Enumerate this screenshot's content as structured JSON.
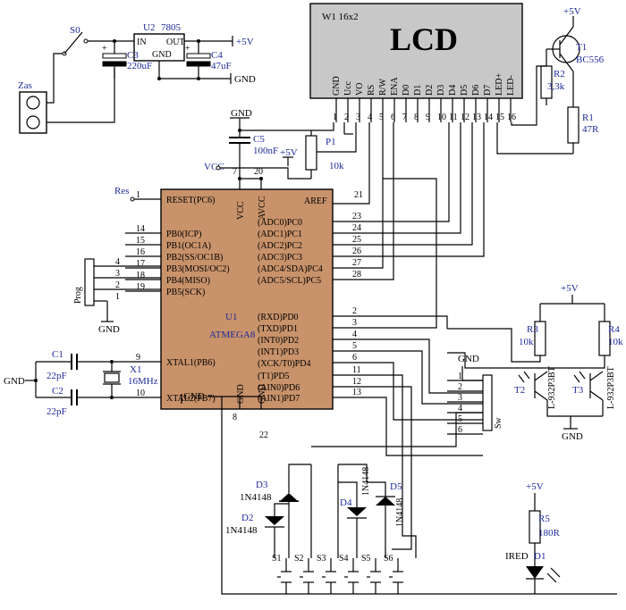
{
  "power": {
    "plus5": "+5V",
    "vcc": "VCC",
    "gnd": "GND"
  },
  "supply": {
    "switch": "S0",
    "connector": "Zas",
    "regulator_ref": "U2",
    "regulator_part": "7805",
    "reg_in": "IN",
    "reg_out": "OUT",
    "reg_gnd": "GND",
    "c3_ref": "C3",
    "c3_val": "220uF",
    "c4_ref": "C4",
    "c4_val": "47uF"
  },
  "lcd": {
    "ref": "W1 16x2",
    "title": "LCD",
    "pins": [
      "GND",
      "Ucc",
      "VO",
      "RS",
      "R/W",
      "ENA",
      "D0",
      "D1",
      "D2",
      "D3",
      "D4",
      "D5",
      "D6",
      "D7",
      "LED+",
      "LED-"
    ],
    "numbers": [
      "1",
      "2",
      "3",
      "4",
      "5",
      "6",
      "7",
      "8",
      "9",
      "10",
      "11",
      "12",
      "13",
      "14",
      "15",
      "16"
    ]
  },
  "backlight": {
    "t1_ref": "T1",
    "t1_part": "BC556",
    "r2_ref": "R2",
    "r2_val": "3,3k",
    "r1_ref": "R1",
    "r1_val": "47R"
  },
  "contrast": {
    "c5_ref": "C5",
    "c5_val": "100nF",
    "p1_ref": "P1",
    "p1_val": "10k"
  },
  "mcu": {
    "ref": "U1",
    "part": "ATMEGA8",
    "top_pins": [
      "VCC",
      "AVCC",
      "AREF"
    ],
    "top_nums": [
      "7",
      "20",
      "21"
    ],
    "left_pins": [
      "RESET(PC6)",
      "PB0(ICP)",
      "PB1(OC1A)",
      "PB2(SS/OC1B)",
      "PB3(MOSI/OC2)",
      "PB4(MISO)",
      "PB5(SCK)",
      "XTAL1(PB6)",
      "XTAL2(PB7)"
    ],
    "left_nums": [
      "1",
      "14",
      "15",
      "16",
      "17",
      "18",
      "19",
      "9",
      "10"
    ],
    "right_pins": [
      "(ADC0)PC0",
      "(ADC1)PC1",
      "(ADC2)PC2",
      "(ADC3)PC3",
      "(ADC4/SDA)PC4",
      "(ADC5/SCL)PC5",
      "(RXD)PD0",
      "(TXD)PD1",
      "(INT0)PD2",
      "(INT1)PD3",
      "(XCK/T0)PD4",
      "(T1)PD5",
      "(AIN0)PD6",
      "(AIN1)PD7"
    ],
    "right_nums": [
      "23",
      "24",
      "25",
      "26",
      "27",
      "28",
      "2",
      "3",
      "4",
      "5",
      "6",
      "11",
      "12",
      "13"
    ],
    "bottom_pins": [
      "GND",
      "GND"
    ],
    "bottom_nums": [
      "8",
      "22"
    ]
  },
  "reset_label": "Res",
  "prog": {
    "label": "Prog",
    "nums": [
      "4",
      "3",
      "2",
      "1"
    ]
  },
  "crystal": {
    "c1_ref": "C1",
    "c1_val": "22pF",
    "c2_ref": "C2",
    "c2_val": "22pF",
    "x1_ref": "X1",
    "x1_val": "16MHz"
  },
  "sw_header": {
    "label": "Sw",
    "nums": [
      "1",
      "2",
      "3",
      "4",
      "5",
      "6"
    ]
  },
  "ir": {
    "r3_ref": "R3",
    "r3_val": "10k",
    "r4_ref": "R4",
    "r4_val": "10k",
    "t2_ref": "T2",
    "t2_part": "L-932P3BT",
    "t3_ref": "T3",
    "t3_part": "L-932P3BT",
    "r5_ref": "R5",
    "r5_val": "180R",
    "d1_part": "IRED",
    "d1_ref": "D1"
  },
  "diodes": {
    "d2_ref": "D2",
    "d3_ref": "D3",
    "d4_ref": "D4",
    "d5_ref": "D5",
    "part": "1N4148"
  },
  "switches": [
    "S1",
    "S2",
    "S3",
    "S4",
    "S5",
    "S6"
  ]
}
